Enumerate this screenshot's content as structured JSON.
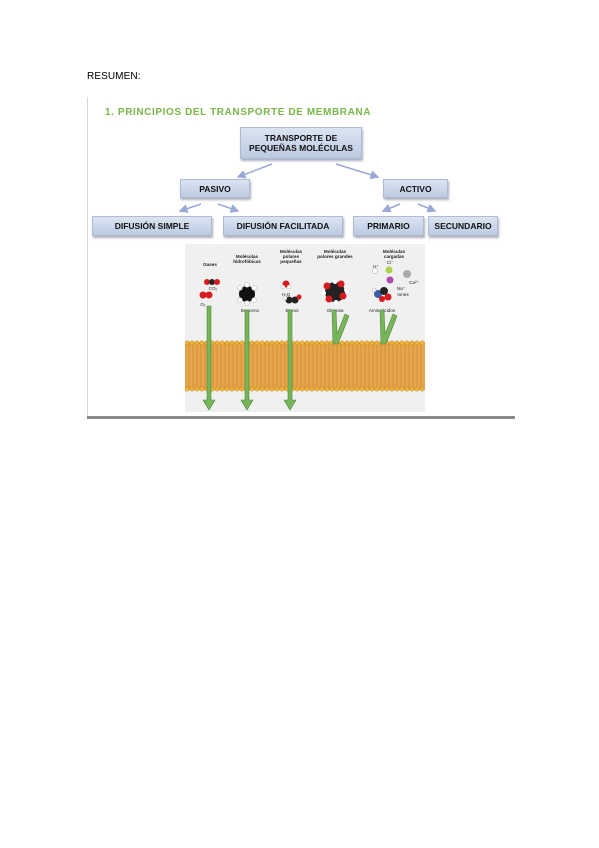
{
  "heading": "RESUMEN:",
  "figure": {
    "title": "1. PRINCIPIOS DEL TRANSPORTE DE MEMBRANA",
    "root": "TRANSPORTE DE PEQUEÑAS MOLÉCULAS",
    "passive": "PASIVO",
    "active": "ACTIVO",
    "simple": "DIFUSIÓN SIMPLE",
    "facilitated": "DIFUSIÓN FACILITADA",
    "primary": "PRIMARIO",
    "secondary": "SECUNDARIO",
    "illustration": {
      "col1": "Gases",
      "col2": "Moléculas hidrofóbicas",
      "col3": "Moléculas polares pequeñas",
      "col4": "Moléculas polares grandes",
      "col5": "Moléculas cargadas",
      "co2": "CO₂",
      "o2": "O₂",
      "benceno": "Benceno",
      "h2o": "H₂O",
      "etanol": "Etanol",
      "glucosa": "Glucosa",
      "aminoacidos": "Aminoácidos",
      "h": "H⁺",
      "cl": "Cl⁻",
      "ca": "Ca²⁺",
      "na": "Na⁺",
      "iones": "Iones"
    }
  }
}
